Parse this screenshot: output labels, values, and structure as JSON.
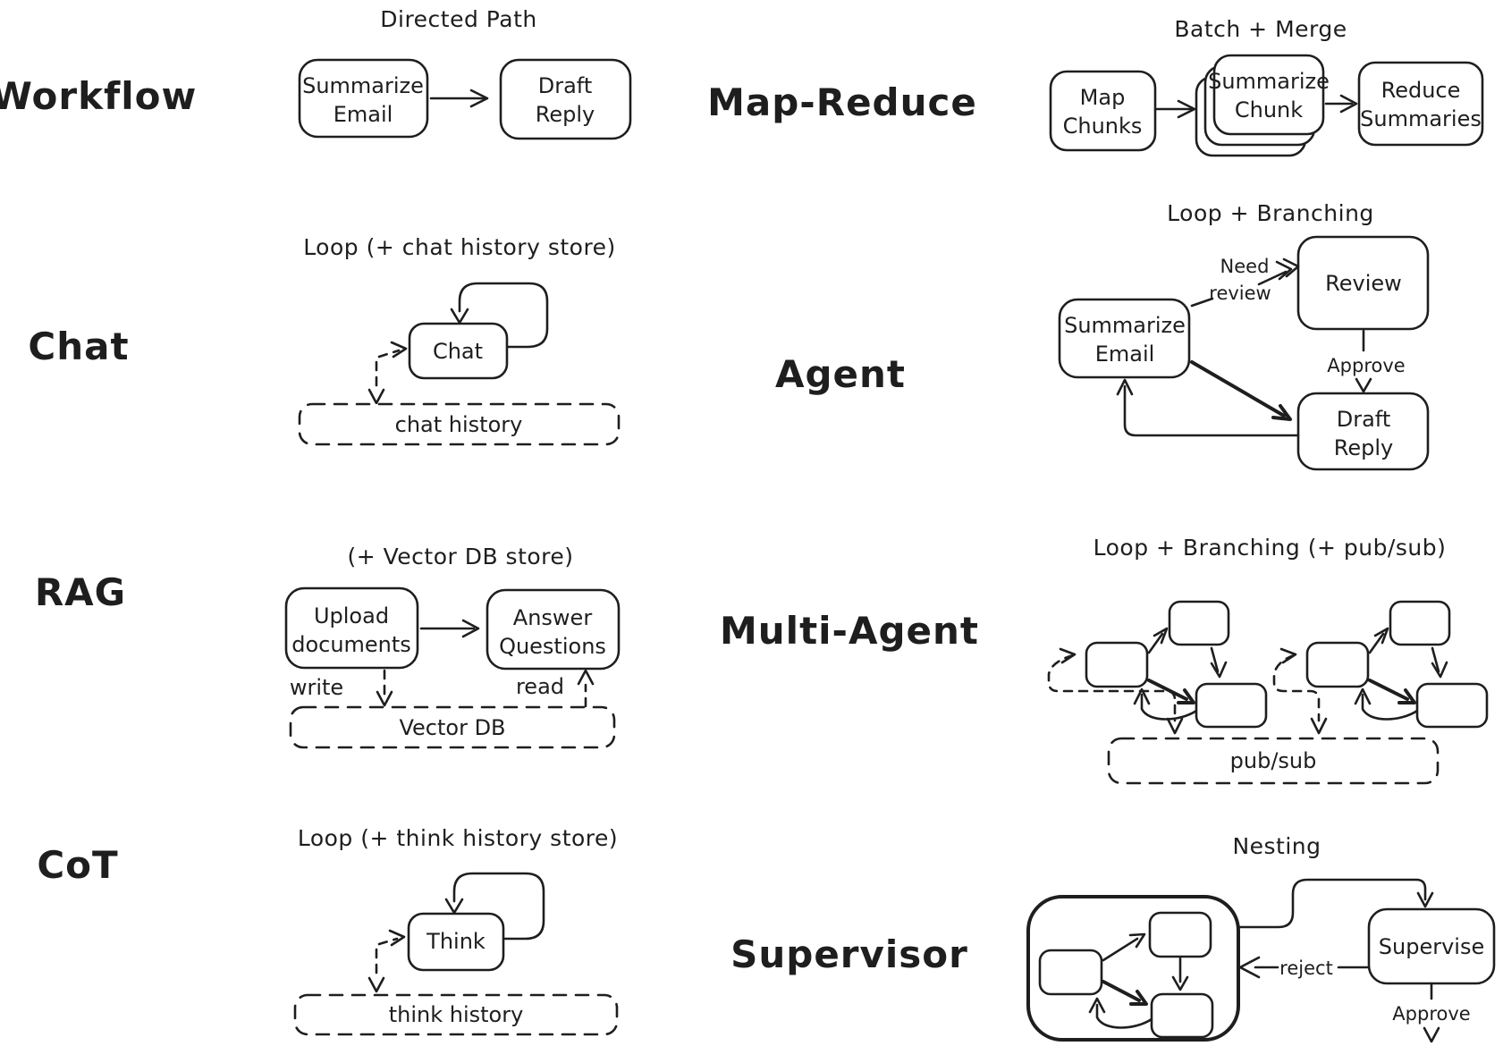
{
  "palette": {
    "ink": "#1e1e1e",
    "background": "#ffffff"
  },
  "sections": {
    "workflow": {
      "label": "Workflow",
      "title": "Directed Path",
      "node1_line1": "Summarize",
      "node1_line2": "Email",
      "node2_line1": "Draft",
      "node2_line2": "Reply"
    },
    "chat": {
      "label": "Chat",
      "title": "Loop (+ chat history store)",
      "node": "Chat",
      "store": "chat history"
    },
    "rag": {
      "label": "RAG",
      "title": "(+ Vector DB store)",
      "node1_line1": "Upload",
      "node1_line2": "documents",
      "node2_line1": "Answer",
      "node2_line2": "Questions",
      "edge_write": "write",
      "edge_read": "read",
      "store": "Vector DB"
    },
    "cot": {
      "label": "CoT",
      "title": "Loop (+ think history store)",
      "node": "Think",
      "store": "think history"
    },
    "map_reduce": {
      "label": "Map-Reduce",
      "title": "Batch + Merge",
      "node1_line1": "Map",
      "node1_line2": "Chunks",
      "node2_line1": "Summarize",
      "node2_line2": "Chunk",
      "node3_line1": "Reduce",
      "node3_line2": "Summaries"
    },
    "agent": {
      "label": "Agent",
      "title": "Loop + Branching",
      "node1_line1": "Summarize",
      "node1_line2": "Email",
      "node2": "Review",
      "node3_line1": "Draft",
      "node3_line2": "Reply",
      "edge_need_line1": "Need",
      "edge_need_line2": "review",
      "edge_approve": "Approve"
    },
    "multi_agent": {
      "label": "Multi-Agent",
      "title": "Loop + Branching (+ pub/sub)",
      "store": "pub/sub"
    },
    "supervisor": {
      "label": "Supervisor",
      "title": "Nesting",
      "node": "Supervise",
      "edge_reject": "reject",
      "edge_approve": "Approve"
    }
  }
}
